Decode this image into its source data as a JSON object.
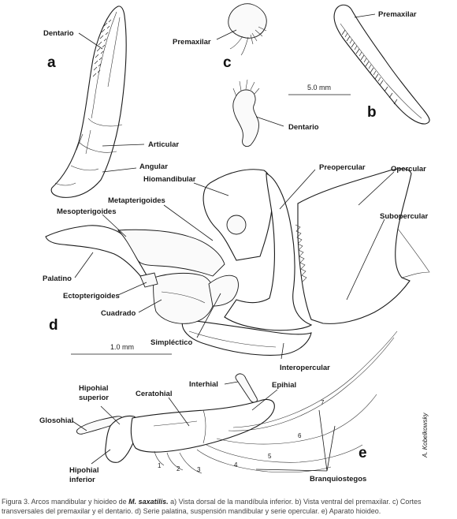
{
  "panels": {
    "a": "a",
    "b": "b",
    "c": "c",
    "d": "d",
    "e": "e"
  },
  "labels": {
    "dentario_a": "Dentario",
    "articular": "Articular",
    "angular": "Angular",
    "premaxilar_c": "Premaxilar",
    "premaxilar_b": "Premaxilar",
    "dentario_c": "Dentario",
    "hiomandibular": "Hiomandibular",
    "metapterigoides": "Metapterigoides",
    "mesopterigoides": "Mesopterigoides",
    "palatino": "Palatino",
    "ectopterigoides": "Ectopterigoides",
    "cuadrado": "Cuadrado",
    "simplectico": "Simpléctico",
    "preopercular": "Preopercular",
    "opercular": "Opercular",
    "subopercular": "Subopercular",
    "interopercular": "Interopercular",
    "interhial": "Interhial",
    "ceratohial": "Ceratohial",
    "epihial": "Epihial",
    "hipohial_superior_1": "Hipohial",
    "hipohial_superior_2": "superior",
    "glosohial": "Glosohial",
    "hipohial_inferior_1": "Hipohial",
    "hipohial_inferior_2": "inferior",
    "branquiostegos": "Branquiostegos"
  },
  "scale_bars": {
    "b_c": "5.0 mm",
    "d": "1.0 mm"
  },
  "ray_numbers": [
    "1",
    "2",
    "3",
    "4",
    "5",
    "6",
    "7"
  ],
  "signature": "A. Kobelkowsky",
  "caption": {
    "prefix": "Figura 3. Arcos mandibular y hioideo de ",
    "species": "M. saxatilis.",
    "text": " a) Vista dorsal de la mandíbula inferior. b) Vista ventral del premaxilar. c) Cortes transversales del premaxilar y el dentario. d) Serie palatina, suspensión mandibular y serie opercular. e) Aparato hioideo."
  }
}
